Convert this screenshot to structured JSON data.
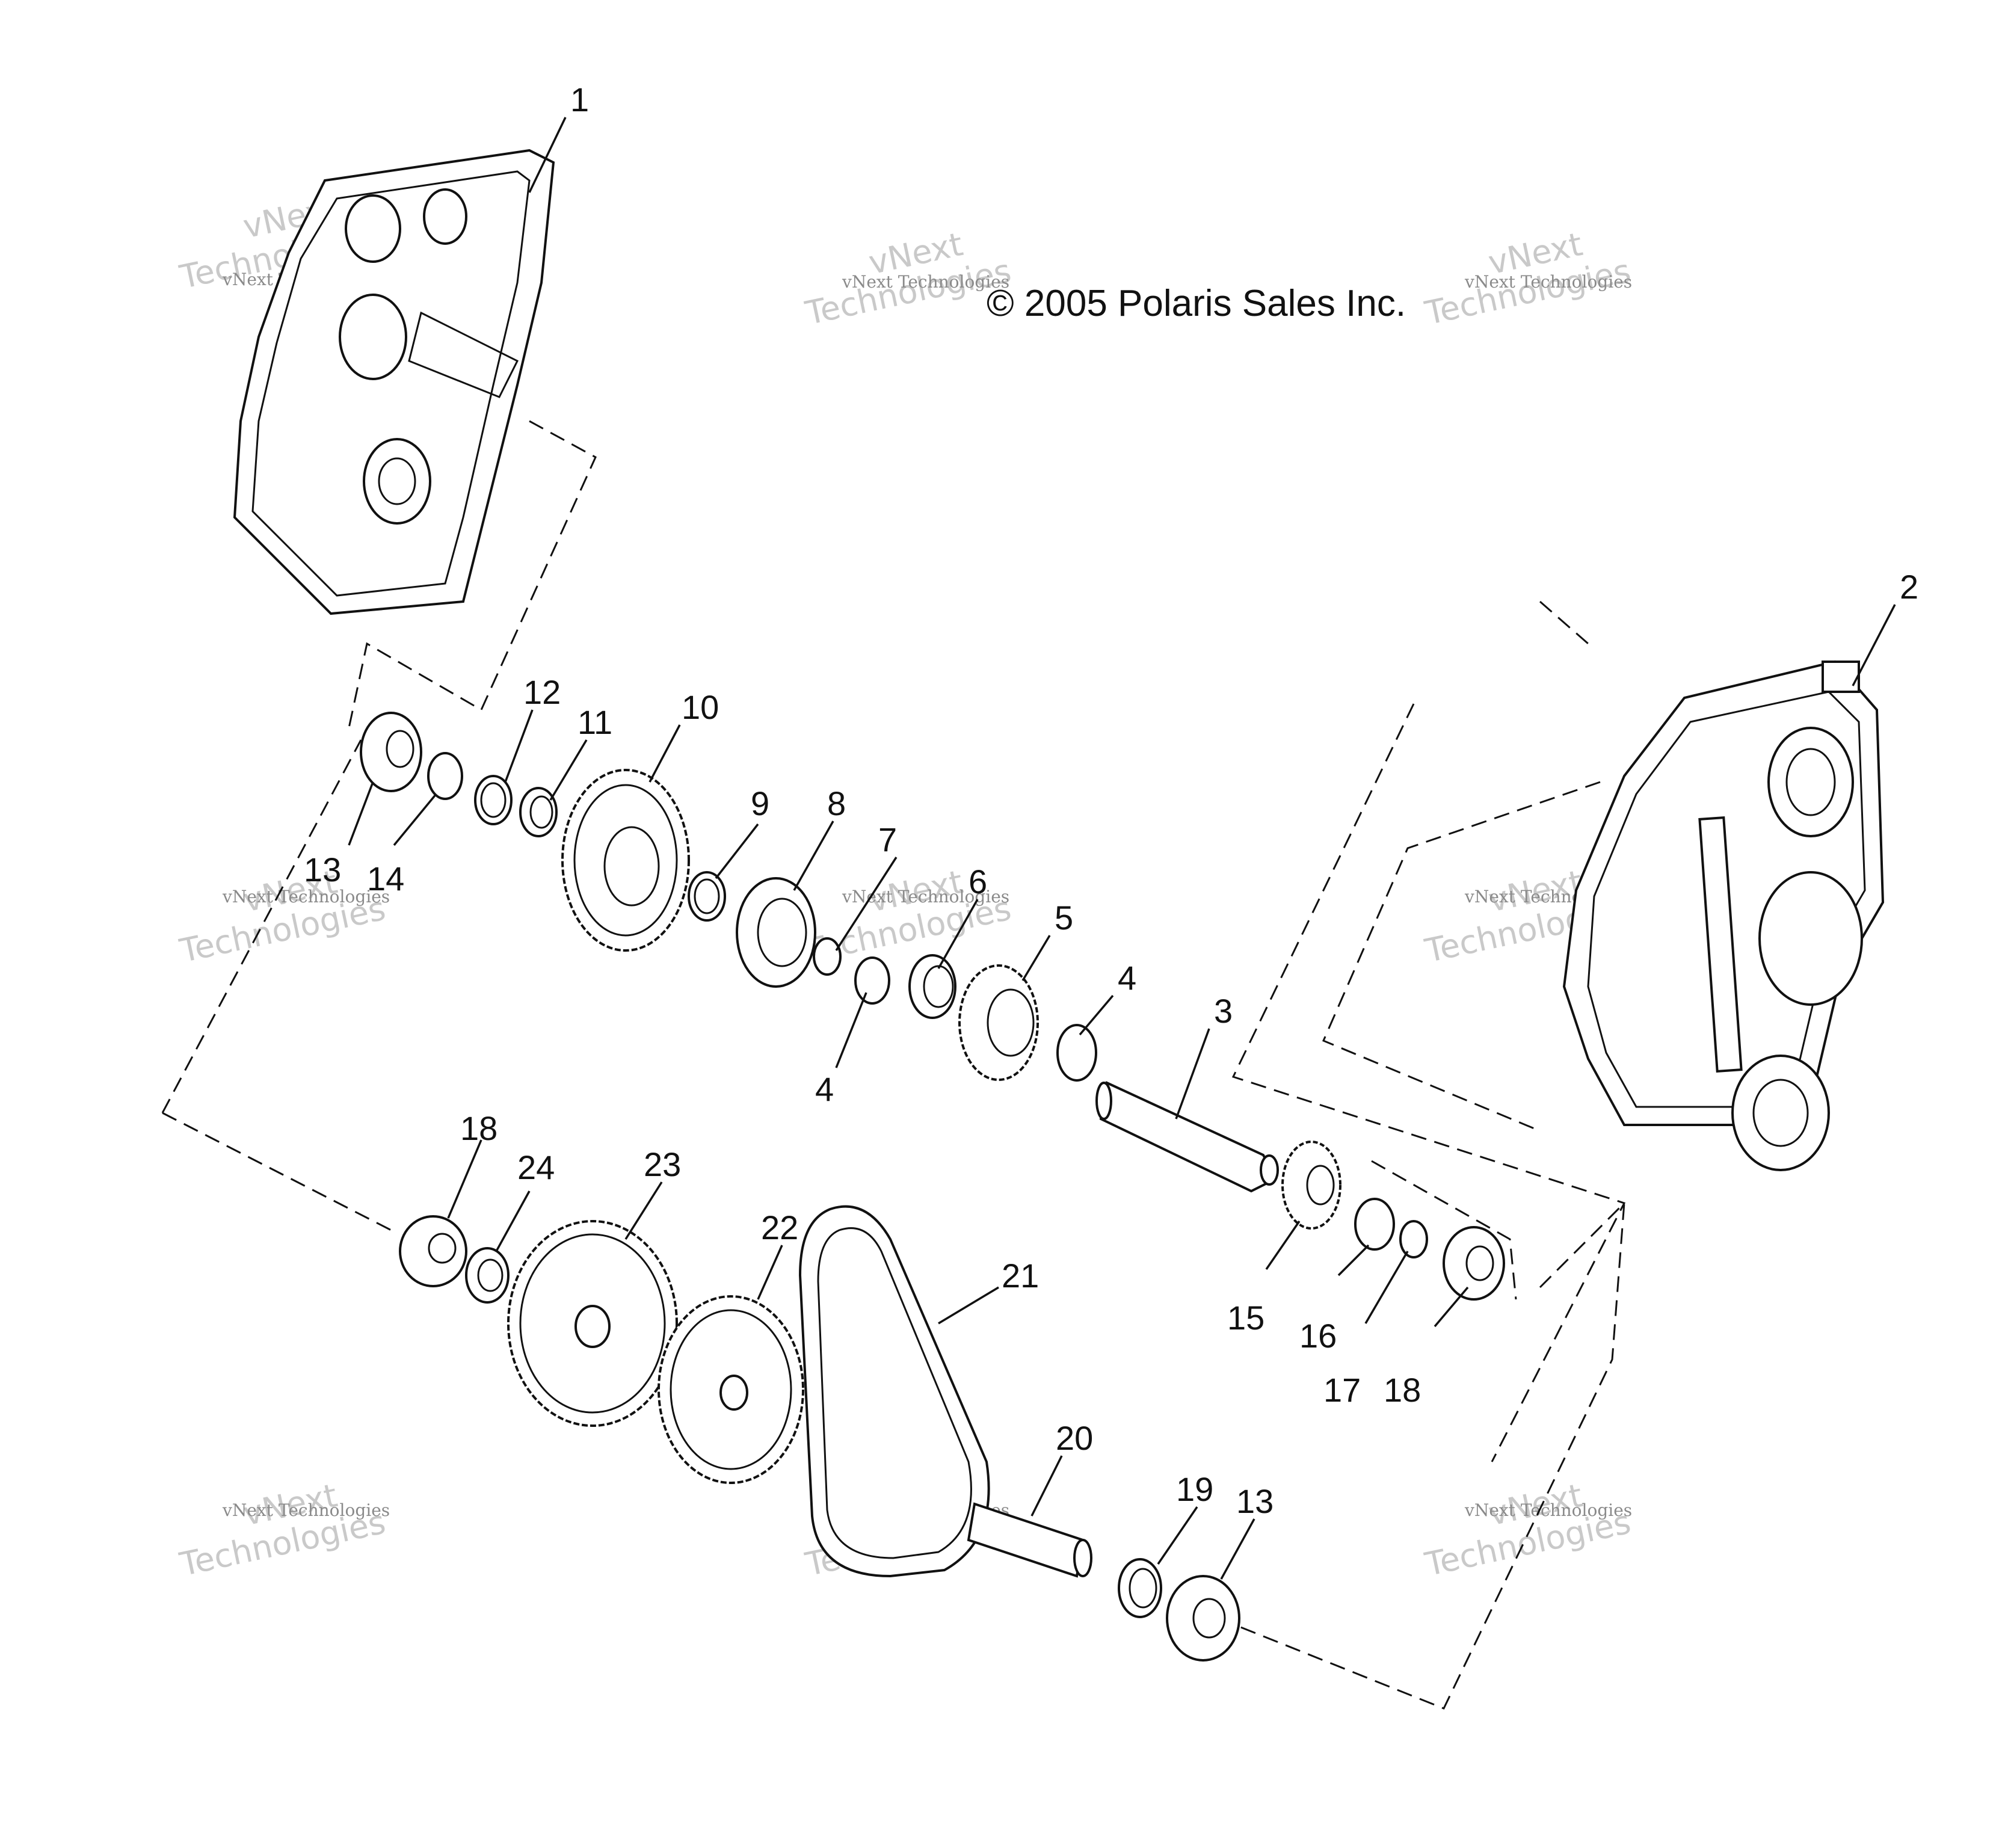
{
  "copyright": "© 2005 Polaris Sales Inc.",
  "watermark": {
    "small_text": "vNext Technologies",
    "large_line1": "vNext",
    "large_line2": "Technologies"
  },
  "callouts": [
    "1",
    "2",
    "3",
    "4",
    "4",
    "5",
    "6",
    "7",
    "8",
    "9",
    "10",
    "11",
    "12",
    "13",
    "13",
    "14",
    "15",
    "16",
    "17",
    "18",
    "18",
    "19",
    "20",
    "21",
    "22",
    "23",
    "24"
  ]
}
